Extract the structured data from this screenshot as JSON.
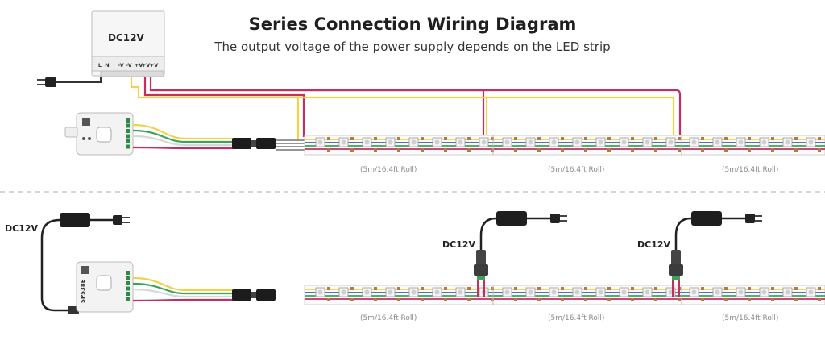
{
  "header": {
    "title": "Series Connection Wiring Diagram",
    "subtitle": "The output voltage of the power supply depends on the LED strip"
  },
  "power_supply": {
    "label": "DC12V",
    "terminals": [
      "L",
      "N",
      "-V",
      "-V",
      "+V",
      "+V",
      "+V"
    ]
  },
  "controller": {
    "model": "SP538E"
  },
  "top_section": {
    "rolls": [
      "(5m/16.4ft Roll)",
      "(5m/16.4ft Roll)",
      "(5m/16.4ft Roll)"
    ]
  },
  "bottom_section": {
    "adapters": [
      "DC12V",
      "DC12V",
      "DC12V"
    ],
    "rolls": [
      "(5m/16.4ft Roll)",
      "(5m/16.4ft Roll)",
      "(5m/16.4ft Roll)"
    ]
  },
  "colors": {
    "red_wire": "#c2305e",
    "yellow_wire": "#f2d24b",
    "green_wire": "#3aa558",
    "blue_wire": "#3a5fb0",
    "white_wire": "#d8d8d8",
    "strip_pad": "#b07a4c"
  }
}
